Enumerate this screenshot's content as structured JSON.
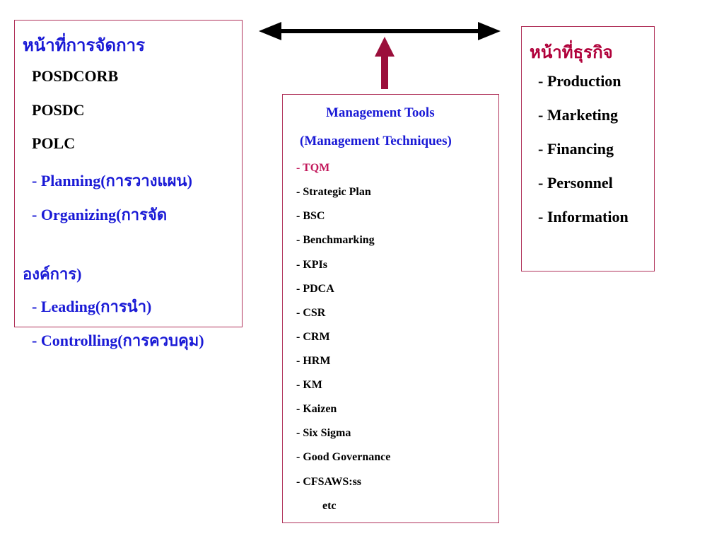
{
  "left_box": {
    "title": "หน้าที่การจัดการ",
    "lines": [
      "POSDCORB",
      "POSDC",
      "POLC"
    ],
    "functions": [
      "- Planning(การวางแผน)",
      "- Organizing(การจัด",
      "องค์การ)",
      "- Leading(การนำ)",
      "- Controlling(การควบคุม)"
    ]
  },
  "middle_box": {
    "title_line1": "Management Tools",
    "title_line2": "(Management Techniques)",
    "tools": [
      "- TQM",
      "- Strategic Plan",
      "- BSC",
      "- Benchmarking",
      "- KPIs",
      "- PDCA",
      "- CSR",
      "- CRM",
      "- HRM",
      "- KM",
      "- Kaizen",
      "- Six Sigma",
      "- Good Governance",
      "- CFSAWS:ss"
    ],
    "tail": "etc"
  },
  "right_box": {
    "title": "หน้าที่ธุรกิจ",
    "items": [
      "- Production",
      "- Marketing",
      "- Financing",
      "- Personnel",
      "- Information"
    ]
  },
  "colors": {
    "border": "#b0325a",
    "blue_text": "#1a1ad6",
    "highlight_text": "#c2185b",
    "up_arrow": "#9b0f3b",
    "double_arrow": "#000000"
  }
}
